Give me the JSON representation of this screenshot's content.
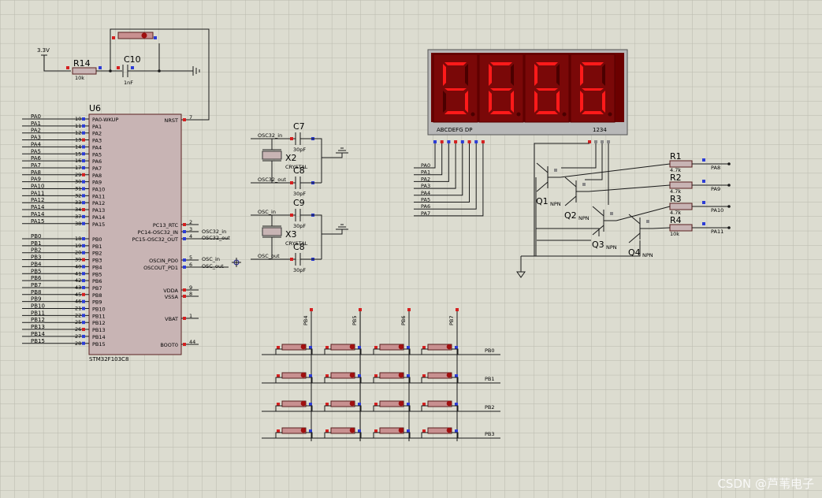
{
  "display": {
    "digits": [
      "5",
      "6",
      "6",
      "6"
    ],
    "seg_label": "ABCDEFG  DP",
    "digit_label": "1234",
    "on_color": "#ff1a1a",
    "off_color": "#4a0000",
    "bg_color": "#6b0000"
  },
  "mcu": {
    "ref": "U6",
    "part": "STM32F103C8",
    "left_a": [
      {
        "net": "PA0",
        "num": "10",
        "pin": "PA0-WKUP"
      },
      {
        "net": "PA1",
        "num": "11",
        "pin": "PA1"
      },
      {
        "net": "PA2",
        "num": "12",
        "pin": "PA2"
      },
      {
        "net": "PA3",
        "num": "13",
        "pin": "PA3"
      },
      {
        "net": "PA4",
        "num": "14",
        "pin": "PA4"
      },
      {
        "net": "PA5",
        "num": "15",
        "pin": "PA5"
      },
      {
        "net": "PA6",
        "num": "16",
        "pin": "PA6"
      },
      {
        "net": "PA7",
        "num": "17",
        "pin": "PA7"
      },
      {
        "net": "PA8",
        "num": "29",
        "pin": "PA8"
      },
      {
        "net": "PA9",
        "num": "30",
        "pin": "PA9"
      },
      {
        "net": "PA10",
        "num": "31",
        "pin": "PA10"
      },
      {
        "net": "PA11",
        "num": "32",
        "pin": "PA11"
      },
      {
        "net": "PA12",
        "num": "33",
        "pin": "PA12"
      },
      {
        "net": "PA14",
        "num": "34",
        "pin": "PA13"
      },
      {
        "net": "PA14",
        "num": "37",
        "pin": "PA14"
      },
      {
        "net": "PA15",
        "num": "38",
        "pin": "PA15"
      }
    ],
    "left_b": [
      {
        "net": "PB0",
        "num": "18",
        "pin": "PB0"
      },
      {
        "net": "PB1",
        "num": "19",
        "pin": "PB1"
      },
      {
        "net": "PB2",
        "num": "20",
        "pin": "PB2"
      },
      {
        "net": "PB3",
        "num": "39",
        "pin": "PB3"
      },
      {
        "net": "PB4",
        "num": "40",
        "pin": "PB4"
      },
      {
        "net": "PB5",
        "num": "41",
        "pin": "PB5"
      },
      {
        "net": "PB6",
        "num": "42",
        "pin": "PB6"
      },
      {
        "net": "PB7",
        "num": "43",
        "pin": "PB7"
      },
      {
        "net": "PB8",
        "num": "45",
        "pin": "PB8"
      },
      {
        "net": "PB9",
        "num": "46",
        "pin": "PB9"
      },
      {
        "net": "PB10",
        "num": "21",
        "pin": "PB10"
      },
      {
        "net": "PB11",
        "num": "22",
        "pin": "PB11"
      },
      {
        "net": "PB12",
        "num": "25",
        "pin": "PB12"
      },
      {
        "net": "PB13",
        "num": "26",
        "pin": "PB13"
      },
      {
        "net": "PB14",
        "num": "27",
        "pin": "PB14"
      },
      {
        "net": "PB15",
        "num": "28",
        "pin": "PB15"
      }
    ],
    "right": {
      "nrst": "NRST",
      "nrst_num": "7",
      "pc13": "PC13_RTC",
      "pc13_num": "2",
      "pc14": "PC14-OSC32_IN",
      "pc14_num": "3",
      "pc15": "PC15-OSC32_OUT",
      "pc15_num": "4",
      "oscin": "OSCIN_PD0",
      "oscin_num": "5",
      "oscout": "OSCOUT_PD1",
      "oscout_num": "6",
      "vdda": "VDDA",
      "vdda_num": "9",
      "vssa": "VSSA",
      "vssa_num": "8",
      "vbat": "VBAT",
      "vbat_num": "1",
      "boot0": "BOOT0",
      "boot0_num": "44",
      "net_osc32_in": "OSC32_in",
      "net_osc32_out": "OSC32_out",
      "net_osc_in": "OSC_in",
      "net_osc_out": "OSC_out"
    }
  },
  "reset": {
    "vcc": "3.3V",
    "r_ref": "R14",
    "r_val": "10k",
    "c_ref": "C10",
    "c_val": "1nF"
  },
  "osc32": {
    "net_in": "OSC32_in",
    "net_out": "OSC32_out",
    "c1": "C7",
    "c2": "C8",
    "cval": "30pF",
    "x": "X2",
    "xlabel": "CRYSTAL"
  },
  "osc": {
    "net_in": "OSC_in",
    "net_out": "OSC_out",
    "c1": "C9",
    "c2": "C8",
    "cval": "30pF",
    "x": "X3",
    "xlabel": "CRYSTAL"
  },
  "seg_nets": [
    "PA0",
    "PA1",
    "PA2",
    "PA3",
    "PA4",
    "PA5",
    "PA6",
    "PA7"
  ],
  "drivers": {
    "resistors": [
      {
        "ref": "R1",
        "val": "4.7k",
        "net": "PA8"
      },
      {
        "ref": "R2",
        "val": "4.7k",
        "net": "PA9"
      },
      {
        "ref": "R3",
        "val": "4.7k",
        "net": "PA10"
      },
      {
        "ref": "R4",
        "val": "10k",
        "net": "PA11"
      }
    ],
    "transistors": [
      {
        "ref": "Q1",
        "type": "NPN"
      },
      {
        "ref": "Q2",
        "type": "NPN"
      },
      {
        "ref": "Q3",
        "type": "NPN"
      },
      {
        "ref": "Q4",
        "type": "NPN"
      }
    ]
  },
  "keypad": {
    "cols": [
      "PB4",
      "PB5",
      "PB6",
      "PB7"
    ],
    "rows": [
      "PB0",
      "PB1",
      "PB2",
      "PB3"
    ]
  },
  "watermark": "CSDN @芦苇电子"
}
